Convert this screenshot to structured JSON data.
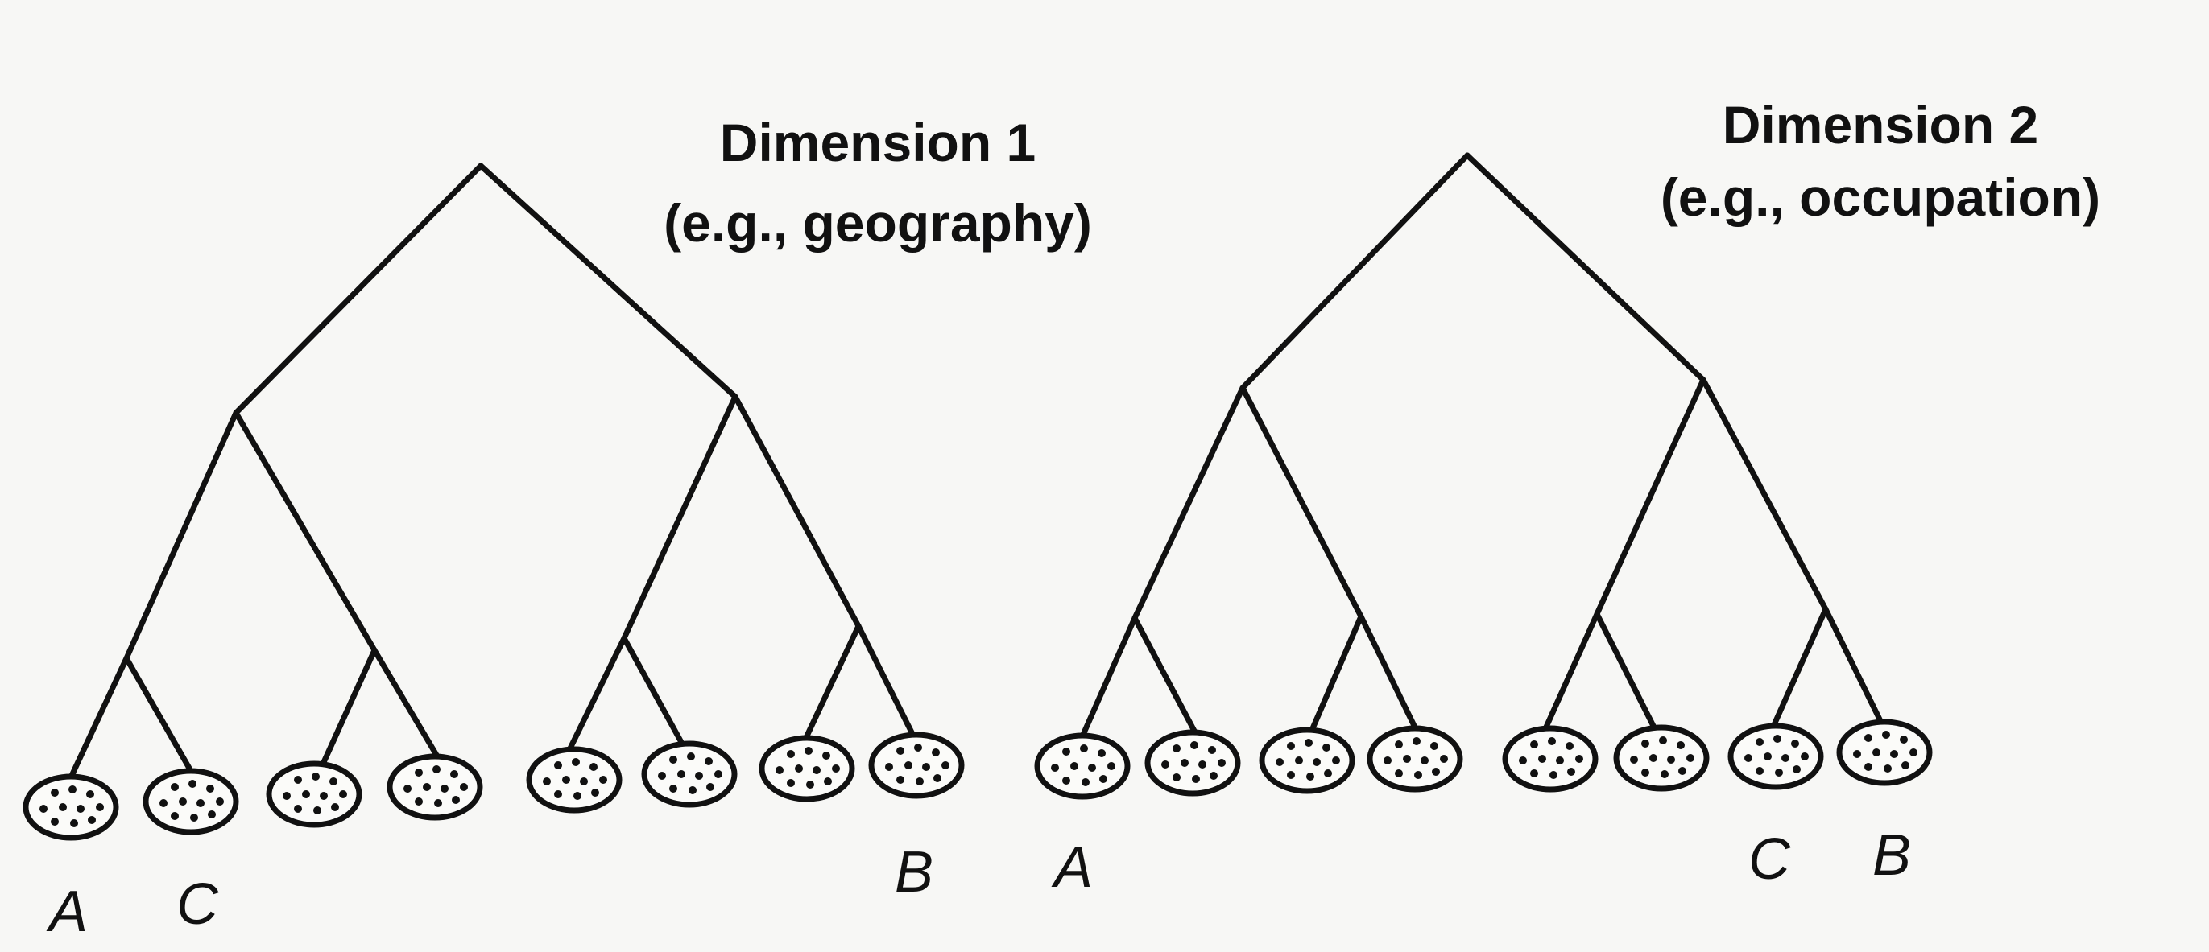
{
  "trees": [
    {
      "title_line1": "Dimension 1",
      "title_line2": "(e.g., geography)",
      "leaf_labels": [
        "A",
        "C",
        "B"
      ]
    },
    {
      "title_line1": "Dimension 2",
      "title_line2": "(e.g., occupation)",
      "leaf_labels": [
        "A",
        "C",
        "B"
      ]
    }
  ]
}
